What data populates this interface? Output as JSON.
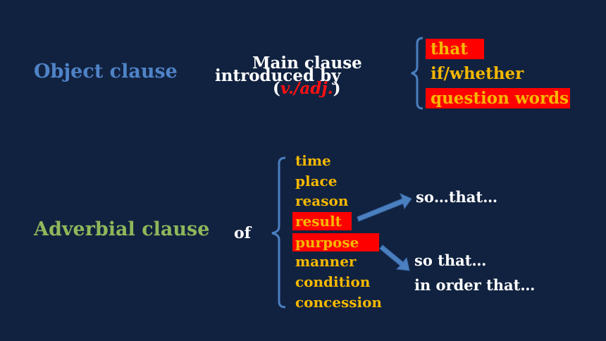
{
  "object_clause": {
    "title": "Object clause",
    "main_clause": {
      "line1": "Main clause",
      "line2": "introduced by",
      "line3_open": "(",
      "line3_red": "v./adj.",
      "line3_close": ")"
    },
    "items": [
      "that",
      "if/whether",
      "question words"
    ]
  },
  "adverbial_clause": {
    "title": "Adverbial clause",
    "of": "of",
    "items": [
      "time",
      "place",
      "reason",
      "result",
      "purpose",
      "manner",
      "condition",
      "concession"
    ],
    "result_target": "so…that…",
    "purpose_targets": [
      "so that…",
      "in order that…"
    ]
  },
  "colors": {
    "background": "#112240",
    "object_title": "#4f83c7",
    "adverbial_title": "#8fb85a",
    "items": "#f5b800",
    "highlight": "#ff0000",
    "bracket_arrow": "#4a7fc0"
  }
}
